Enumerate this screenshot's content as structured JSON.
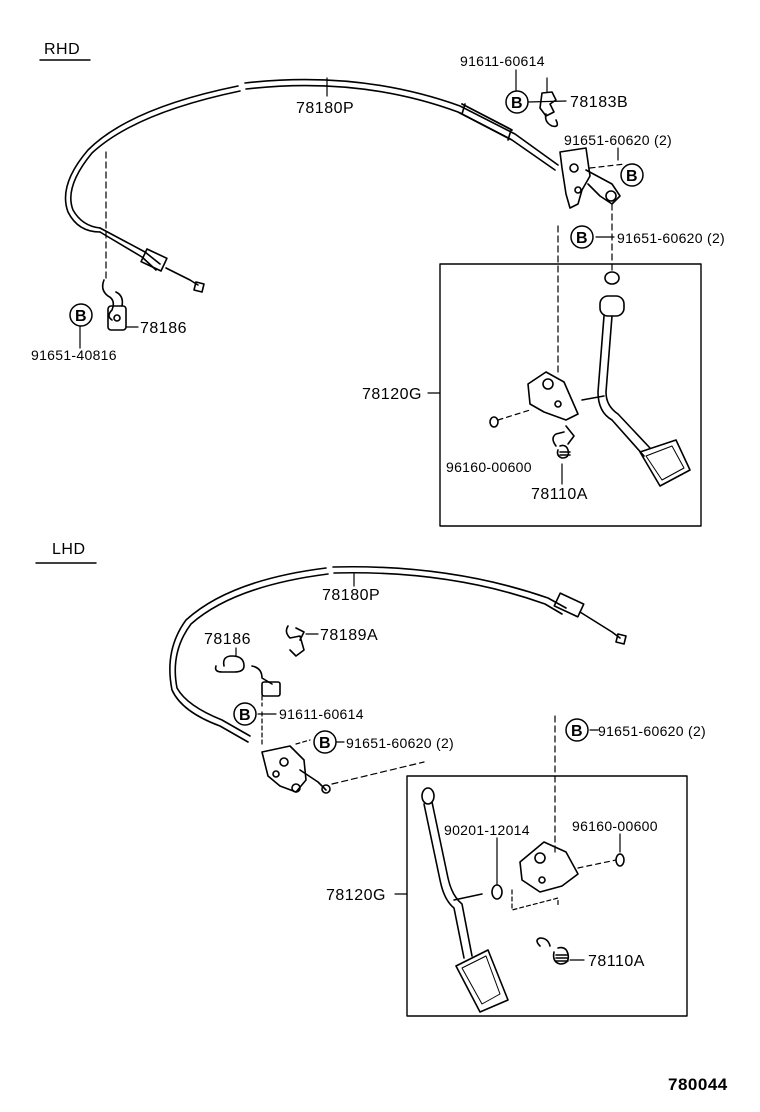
{
  "diagram_code": "780044",
  "sections": [
    {
      "name": "RHD",
      "labels": {
        "cable": "78180P",
        "clip": "78183B",
        "clip_bolt": "91611-60614",
        "bracket_bolt_upper": "91651-60620 (2)",
        "bracket_bolt_lower": "91651-60620 (2)",
        "retainer": "78186",
        "retainer_bolt": "91651-40816",
        "pedal_assy": "78120G",
        "bushing": "96160-00600",
        "spring": "78110A"
      }
    },
    {
      "name": "LHD",
      "labels": {
        "cable": "78180P",
        "retainer": "78186",
        "clip": "78189A",
        "clip_bolt": "91611-60614",
        "bracket_bolt_mid": "91651-60620 (2)",
        "bracket_bolt_right": "91651-60620 (2)",
        "bushing_left": "90201-12014",
        "bushing_right": "96160-00600",
        "pedal_assy": "78120G",
        "spring": "78110A"
      }
    }
  ],
  "callout_letter": "B"
}
